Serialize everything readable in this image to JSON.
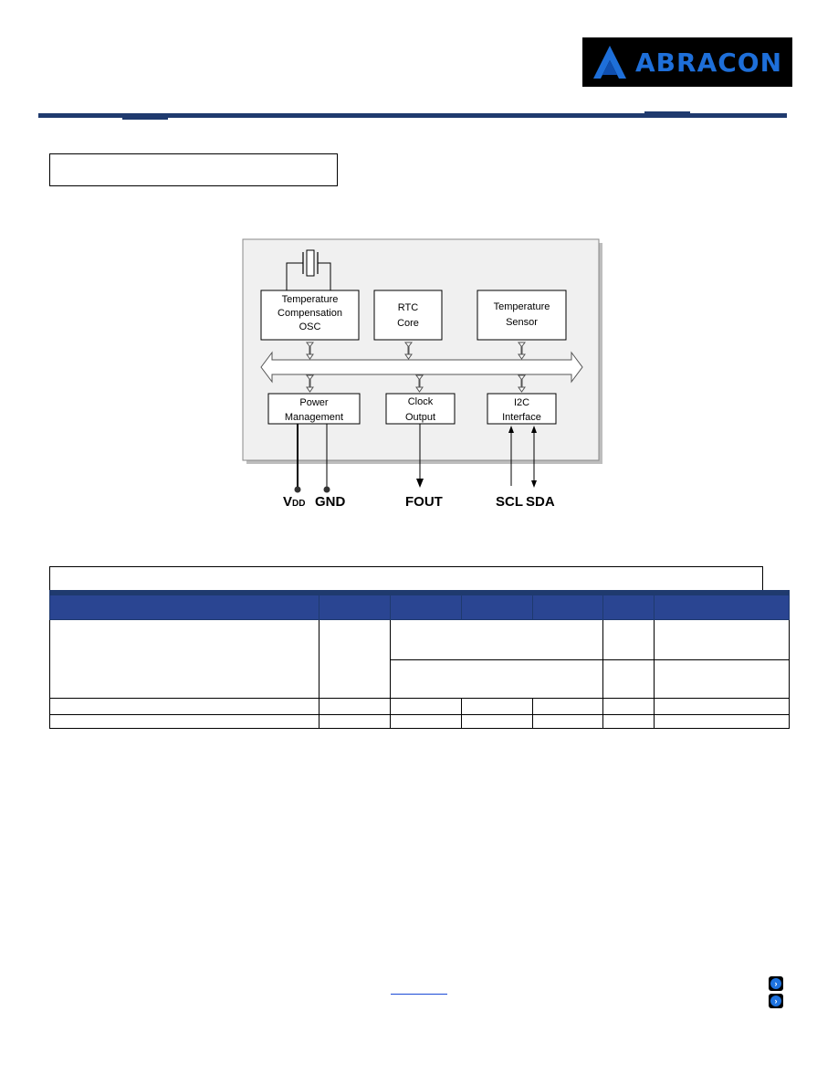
{
  "header": {
    "logo_text": "ABRACON",
    "brand_color": "#1e6fd9",
    "rule_color": "#1f3a6e"
  },
  "diagram": {
    "blocks": {
      "tcxo": [
        "Temperature",
        "Compensation",
        "OSC"
      ],
      "rtc": [
        "RTC",
        "Core"
      ],
      "temp_sensor": [
        "Temperature",
        "Sensor"
      ],
      "power": [
        "Power",
        "Management"
      ],
      "clock": [
        "Clock",
        "Output"
      ],
      "i2c": [
        "I2C",
        "Interface"
      ]
    },
    "pins": {
      "vdd": "V",
      "vdd_sub": "DD",
      "gnd": "GND",
      "fout": "FOUT",
      "scl": "SCL",
      "sda": "SDA"
    }
  },
  "table": {
    "header_color": "#2a4592"
  },
  "nav": {
    "next_icon": "chevron-right-icon",
    "accent": "#1e73e0"
  }
}
